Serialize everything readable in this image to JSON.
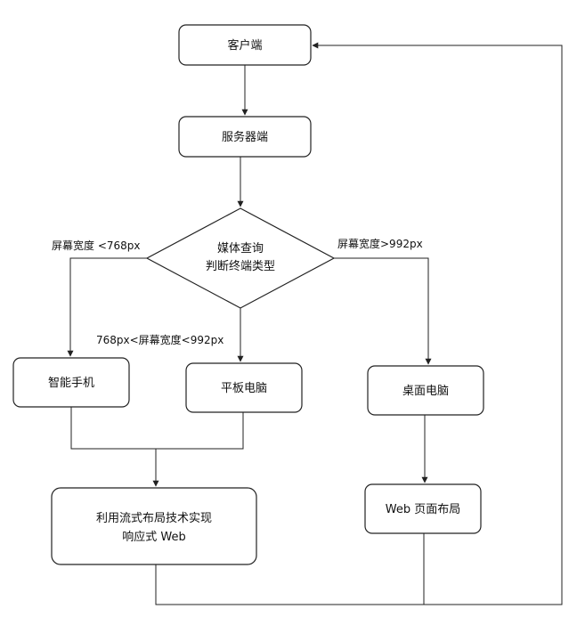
{
  "nodes": {
    "client": "客户端",
    "server": "服务器端",
    "query_line1": "媒体查询",
    "query_line2": "判断终端类型",
    "phone": "智能手机",
    "tablet": "平板电脑",
    "desktop": "桌面电脑",
    "fluid_line1": "利用流式布局技术实现",
    "fluid_line2": "响应式 Web",
    "web_layout": "Web 页面布局"
  },
  "edges": {
    "small_screen": "屏幕宽度  <768px",
    "large_screen": "屏幕宽度>992px",
    "medium_screen": "768px<屏幕宽度<992px"
  }
}
